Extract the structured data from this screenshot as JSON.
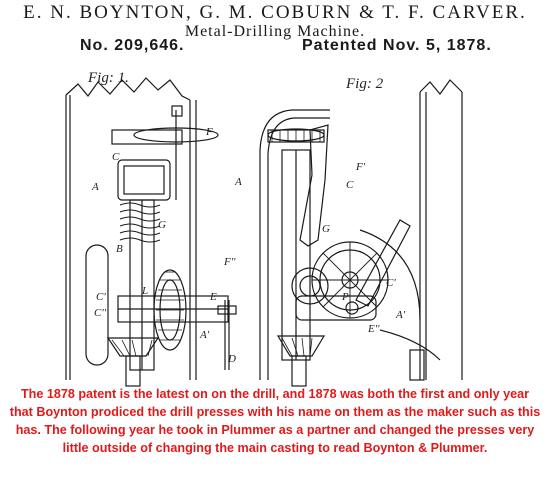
{
  "patent": {
    "inventors": "E. N. BOYNTON, G. M. COBURN & T. F. CARVER.",
    "title": "Metal-Drilling Machine.",
    "number": "No. 209,646.",
    "date": "Patented Nov. 5, 1878."
  },
  "figures": {
    "fig1": "Fig: 1.",
    "fig2": "Fig: 2"
  },
  "part_labels": [
    "A",
    "A",
    "B",
    "C",
    "C",
    "D",
    "F",
    "G",
    "G",
    "L",
    "P",
    "A'",
    "A'",
    "C'",
    "C'",
    "C''",
    "E''",
    "F''",
    "F'",
    "E"
  ],
  "caption": "The 1878 patent is the latest on on the drill, and 1878 was both the first and only year that Boynton prodiced the drill presses with his name on them as the maker such as this has. The following year he took in Plummer as a partner and changed the presses very little outside of changing the main casting to read Boynton & Plummer.",
  "colors": {
    "caption_text": "#e01a1a",
    "drawing_ink": "#1a1a1a",
    "paper": "#ffffff"
  }
}
